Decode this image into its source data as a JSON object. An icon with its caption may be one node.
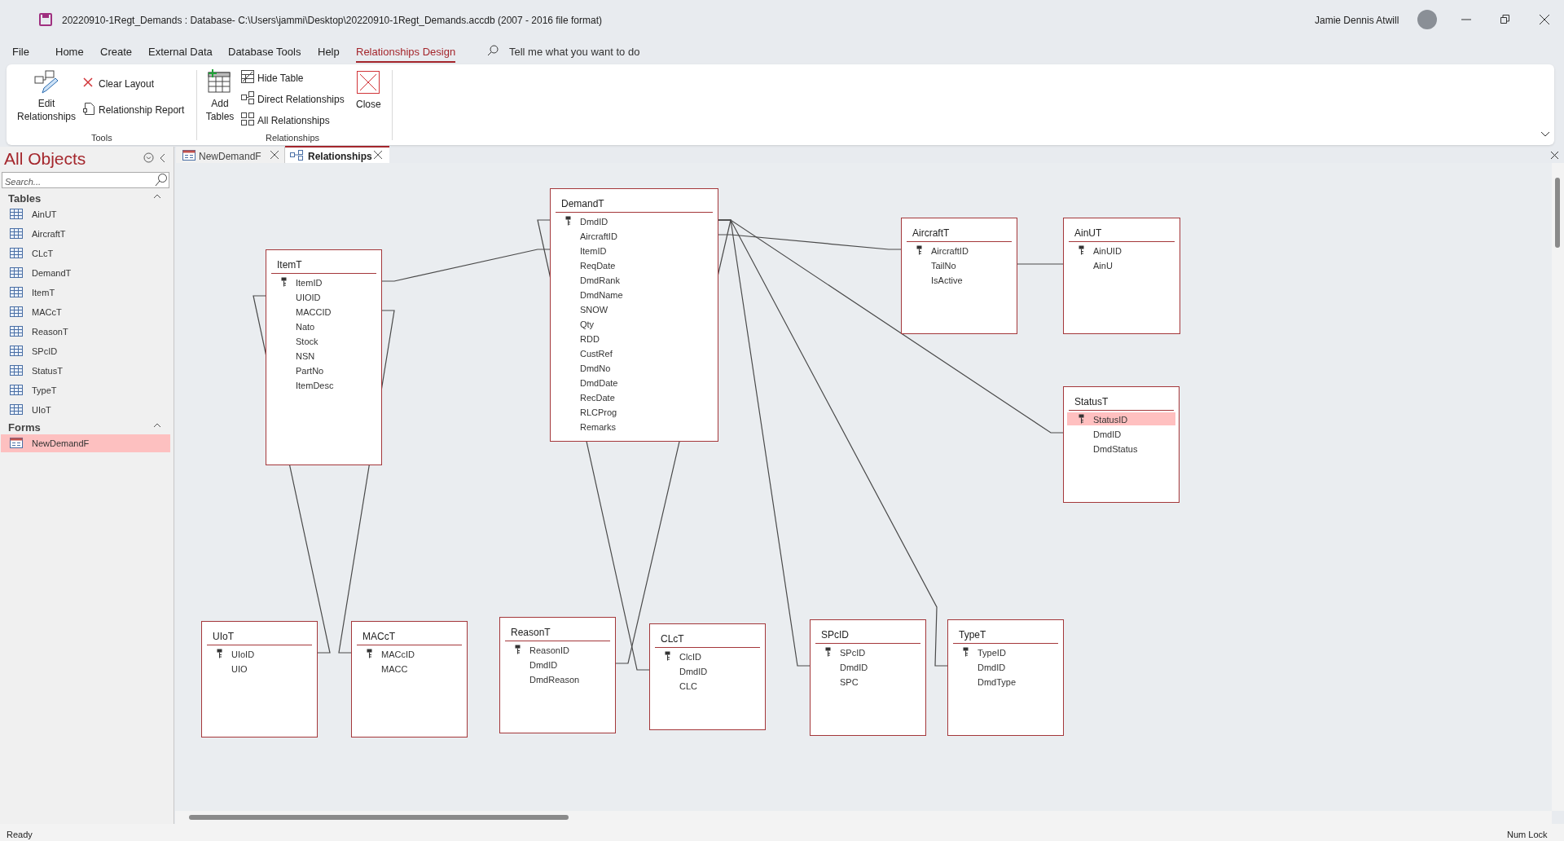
{
  "diagram": {
    "nodes": [
      {
        "text": [
          "DemandT",
          "DmdID",
          "AircraftID",
          "ItemID",
          "ReqDate",
          "DmdRank",
          "DmdName",
          "SNOW",
          "Qty",
          "RDD",
          "CustRef",
          "DmdNo",
          "DmdDate",
          "RecDate",
          "RLCProg",
          "Remarks"
        ]
      },
      {
        "text": [
          "AircraftT",
          "AircraftID",
          "TailNo",
          "IsActive"
        ]
      },
      {
        "text": [
          "AinUT",
          "AinUID",
          "AinU"
        ]
      },
      {
        "text": [
          "ItemT",
          "ItemID",
          "UIOID",
          "MACCID",
          "Nato",
          "Stock",
          "NSN",
          "PartNo",
          "ItemDesc"
        ]
      },
      {
        "text": [
          "StatusT",
          "StatusID",
          "DmdID",
          "DmdStatus"
        ]
      },
      {
        "text": [
          "UIoT",
          "UIoID",
          "UIO"
        ]
      },
      {
        "text": [
          "MACcT",
          "MACcID",
          "MACC"
        ]
      },
      {
        "text": [
          "ReasonT",
          "ReasonID",
          "DmdID",
          "DmdReason"
        ]
      },
      {
        "text": [
          "CLcT",
          "ClcID",
          "DmdID",
          "CLC"
        ]
      },
      {
        "text": [
          "SPcID",
          "SPcID",
          "DmdID",
          "SPC"
        ]
      },
      {
        "text": [
          "TypeT",
          "TypeID",
          "DmdID",
          "DmdType"
        ]
      }
    ],
    "edges": [
      {
        "from": 3,
        "to": 0,
        "arrow": "none"
      },
      {
        "from": 3,
        "to": 5,
        "arrow": "none"
      },
      {
        "from": 3,
        "to": 6,
        "arrow": "none"
      },
      {
        "from": 0,
        "to": 8,
        "arrow": "none"
      },
      {
        "from": 0,
        "to": 7,
        "arrow": "none"
      },
      {
        "from": 0,
        "to": 1,
        "arrow": "none"
      },
      {
        "from": 0,
        "to": 4,
        "arrow": "none"
      },
      {
        "from": 0,
        "to": 9,
        "arrow": "none"
      },
      {
        "from": 0,
        "to": 10,
        "arrow": "none"
      },
      {
        "from": 1,
        "to": 2,
        "arrow": "none"
      }
    ],
    "labels": [
      "20220910-1Regt_Demands : Database- C:\\Users\\jammi\\Desktop\\20220910-1Regt_Demands.accdb (2007 - 2016 file format)",
      "Jamie Dennis Atwill",
      "File",
      "Home",
      "Create",
      "External Data",
      "Database Tools",
      "Help",
      "Relationships Design",
      "Tell me what you want to do",
      "Edit Relationships",
      "Clear Layout",
      "Relationship Report",
      "Tools",
      "Add Tables",
      "Hide Table",
      "Direct Relationships",
      "All Relationships",
      "Close",
      "Relationships",
      "All Objects",
      "NewDemandF",
      "Relationships",
      "Search...",
      "Tables",
      "AinUT",
      "AircraftT",
      "CLcT",
      "DemandT",
      "ItemT",
      "MACcT",
      "ReasonT",
      "SPcID",
      "StatusT",
      "TypeT",
      "UIoT",
      "Forms",
      "NewDemandF",
      "Ready",
      "Num Lock"
    ]
  }
}
